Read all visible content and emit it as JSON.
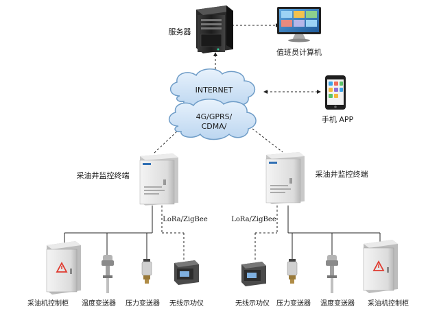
{
  "server": {
    "label": "服务器",
    "icon": "server-tower-icon"
  },
  "duty_pc": {
    "label": "值班员计算机",
    "icon": "desktop-monitor-icon"
  },
  "cloud_internet": {
    "label": "INTERNET"
  },
  "cloud_cellular": {
    "line1": "4G/GPRS/",
    "line2": "CDMA/"
  },
  "mobile_app": {
    "label": "手机 APP",
    "icon": "smartphone-icon"
  },
  "terminal_left": {
    "label": "采油井监控终端",
    "icon": "control-cabinet-icon"
  },
  "terminal_right": {
    "label": "采油井监控终端",
    "icon": "control-cabinet-icon"
  },
  "link_left": {
    "label": "LoRa/ZigBee"
  },
  "link_right": {
    "label": "LoRa/ZigBee"
  },
  "devices_left": [
    {
      "label": "采油机控制柜",
      "icon": "pump-control-cabinet-icon"
    },
    {
      "label": "温度变送器",
      "icon": "temperature-transmitter-icon"
    },
    {
      "label": "压力变送器",
      "icon": "pressure-transmitter-icon"
    },
    {
      "label": "无线示功仪",
      "icon": "wireless-dynamometer-icon"
    }
  ],
  "devices_right": [
    {
      "label": "无线示功仪",
      "icon": "wireless-dynamometer-icon"
    },
    {
      "label": "压力变送器",
      "icon": "pressure-transmitter-icon"
    },
    {
      "label": "温度变送器",
      "icon": "temperature-transmitter-icon"
    },
    {
      "label": "采油机控制柜",
      "icon": "pump-control-cabinet-icon"
    }
  ],
  "colors": {
    "cloud": "#cfe3f7",
    "cloud_stroke": "#6e9cc7",
    "line": "#222222",
    "warning": "#e03a2f"
  }
}
